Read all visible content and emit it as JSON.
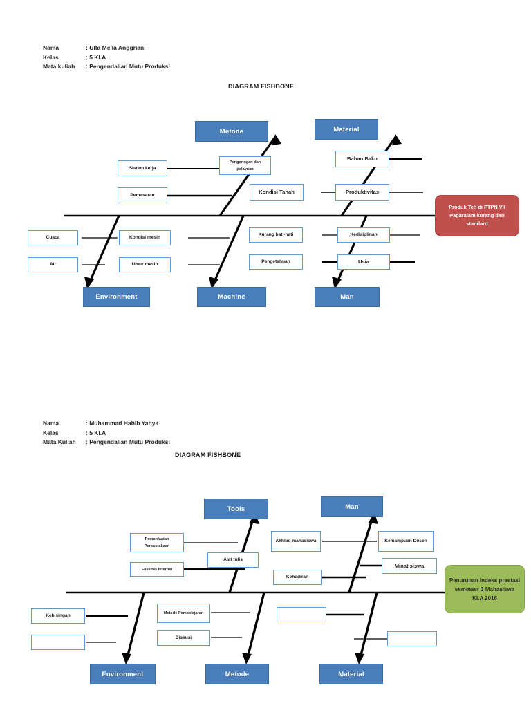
{
  "palette": {
    "category_blue": "#4a7ebb",
    "cause_border_blue": "#5b9bd5",
    "effect_red": "#c0504d",
    "effect_green": "#9bbb59",
    "spine_black": "#000000",
    "page_white": "#ffffff"
  },
  "diagram1": {
    "meta": {
      "nama_label": "Nama",
      "nama_sep": ": Ulfa Meila Anggriani",
      "kelas_label": "Kelas",
      "kelas_sep": ": 5 KI.A",
      "matkul_label": "Mata kuliah",
      "matkul_sep": ": Pengendalian Mutu Produksi"
    },
    "title": "DIAGRAM FISHBONE",
    "effect": "Produk Teh di PTPN VII Pagaralam kurang dari standard",
    "categories": [
      {
        "label": "Metode",
        "position": "top-left"
      },
      {
        "label": "Material",
        "position": "top-right"
      },
      {
        "label": "Environment",
        "position": "bottom-left"
      },
      {
        "label": "Machine",
        "position": "bottom-center"
      },
      {
        "label": "Man",
        "position": "bottom-right"
      }
    ],
    "causes": {
      "metode": [
        "Sistem kerja",
        "Pemasaran",
        "Pengeringan dan pelayuan"
      ],
      "material": [
        "Bahan Baku",
        "Produktivitas",
        "Kondisi Tanah"
      ],
      "environment": [
        "Cuaca",
        "Air"
      ],
      "machine": [
        "Kondisi mesin",
        "Umur mesin"
      ],
      "man": [
        "Kurang hati-hati",
        "Kedisiplinan",
        "Pengetahuan",
        "Usia"
      ]
    }
  },
  "diagram2": {
    "meta": {
      "nama_label": "Nama",
      "nama_sep": ": Muhammad Habib Yahya",
      "kelas_label": "Kelas",
      "kelas_sep": ": 5 KI.A",
      "matkul_label": "Mata Kuliah",
      "matkul_sep": ": Pengendalian Mutu Produksi"
    },
    "title": "DIAGRAM FISHBONE",
    "effect": "Penurunan Indeks prestasi semester  3 Mahasiswa KI.A 2016",
    "categories": [
      {
        "label": "Tools",
        "position": "top-left"
      },
      {
        "label": "Man",
        "position": "top-right"
      },
      {
        "label": "Environment",
        "position": "bottom-left"
      },
      {
        "label": "Metode",
        "position": "bottom-center"
      },
      {
        "label": "Material",
        "position": "bottom-right"
      }
    ],
    "causes": {
      "tools": [
        "Pemanfaatan Perpustakaan",
        "Fasilitas Internet",
        "Alat tulis"
      ],
      "man": [
        "Akhlaq mahasiswa",
        "Kemampuan Dosen",
        "Minat siswa",
        "Kehadiran"
      ],
      "environment": [
        "Kebisingan",
        ""
      ],
      "metode": [
        "Metode Pembelajaran",
        "Diskusi"
      ],
      "material": [
        "",
        ""
      ]
    }
  }
}
